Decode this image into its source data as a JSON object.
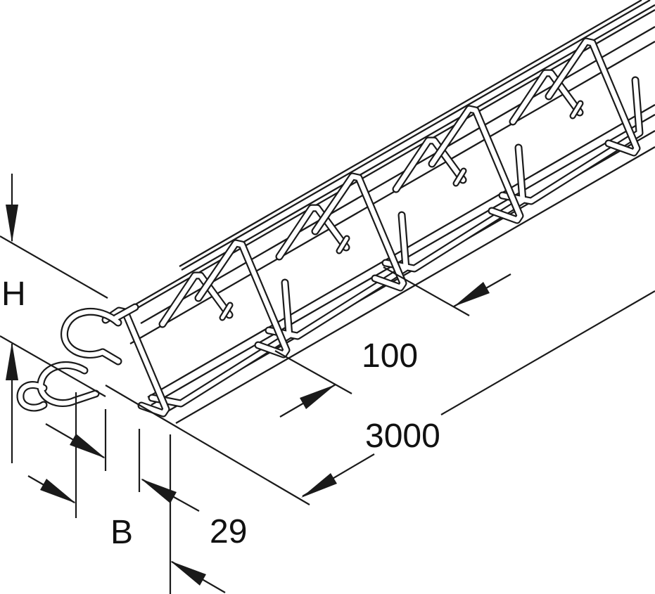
{
  "drawing": {
    "subject": "wire-mesh-cable-tray-isometric",
    "background": "#ffffff",
    "line_color": "#1a1a1a",
    "labels": {
      "height": "H",
      "width": "B",
      "end_offset": "29",
      "rung_spacing": "100",
      "length": "3000"
    }
  }
}
